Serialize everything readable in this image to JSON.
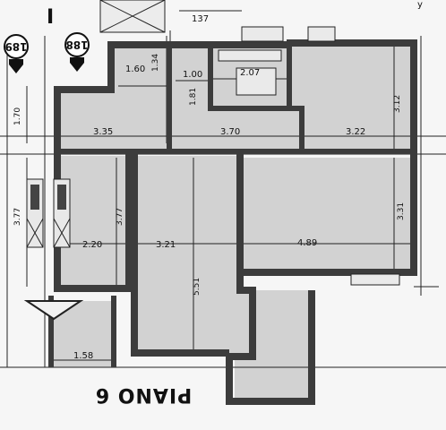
{
  "plan": {
    "title": "PIANO 6",
    "corner_mark": "I",
    "corner_letter": "y",
    "unit_left": "189",
    "unit_right": "188",
    "dimensions": {
      "top_137": "137",
      "d160": "1.60",
      "d134": "1.34",
      "d100": "1.00",
      "d181": "1.81",
      "d207": "2.07",
      "d312": "3.12",
      "d170": "1.70",
      "d335": "3.35",
      "d370": "3.70",
      "d322": "3.22",
      "d377a": "3.77",
      "d377b": "3.77",
      "d220": "2.20",
      "d321": "3.21",
      "d489": "4.89",
      "d331": "3.31",
      "d551": "5.51",
      "d158": "1.58"
    }
  }
}
